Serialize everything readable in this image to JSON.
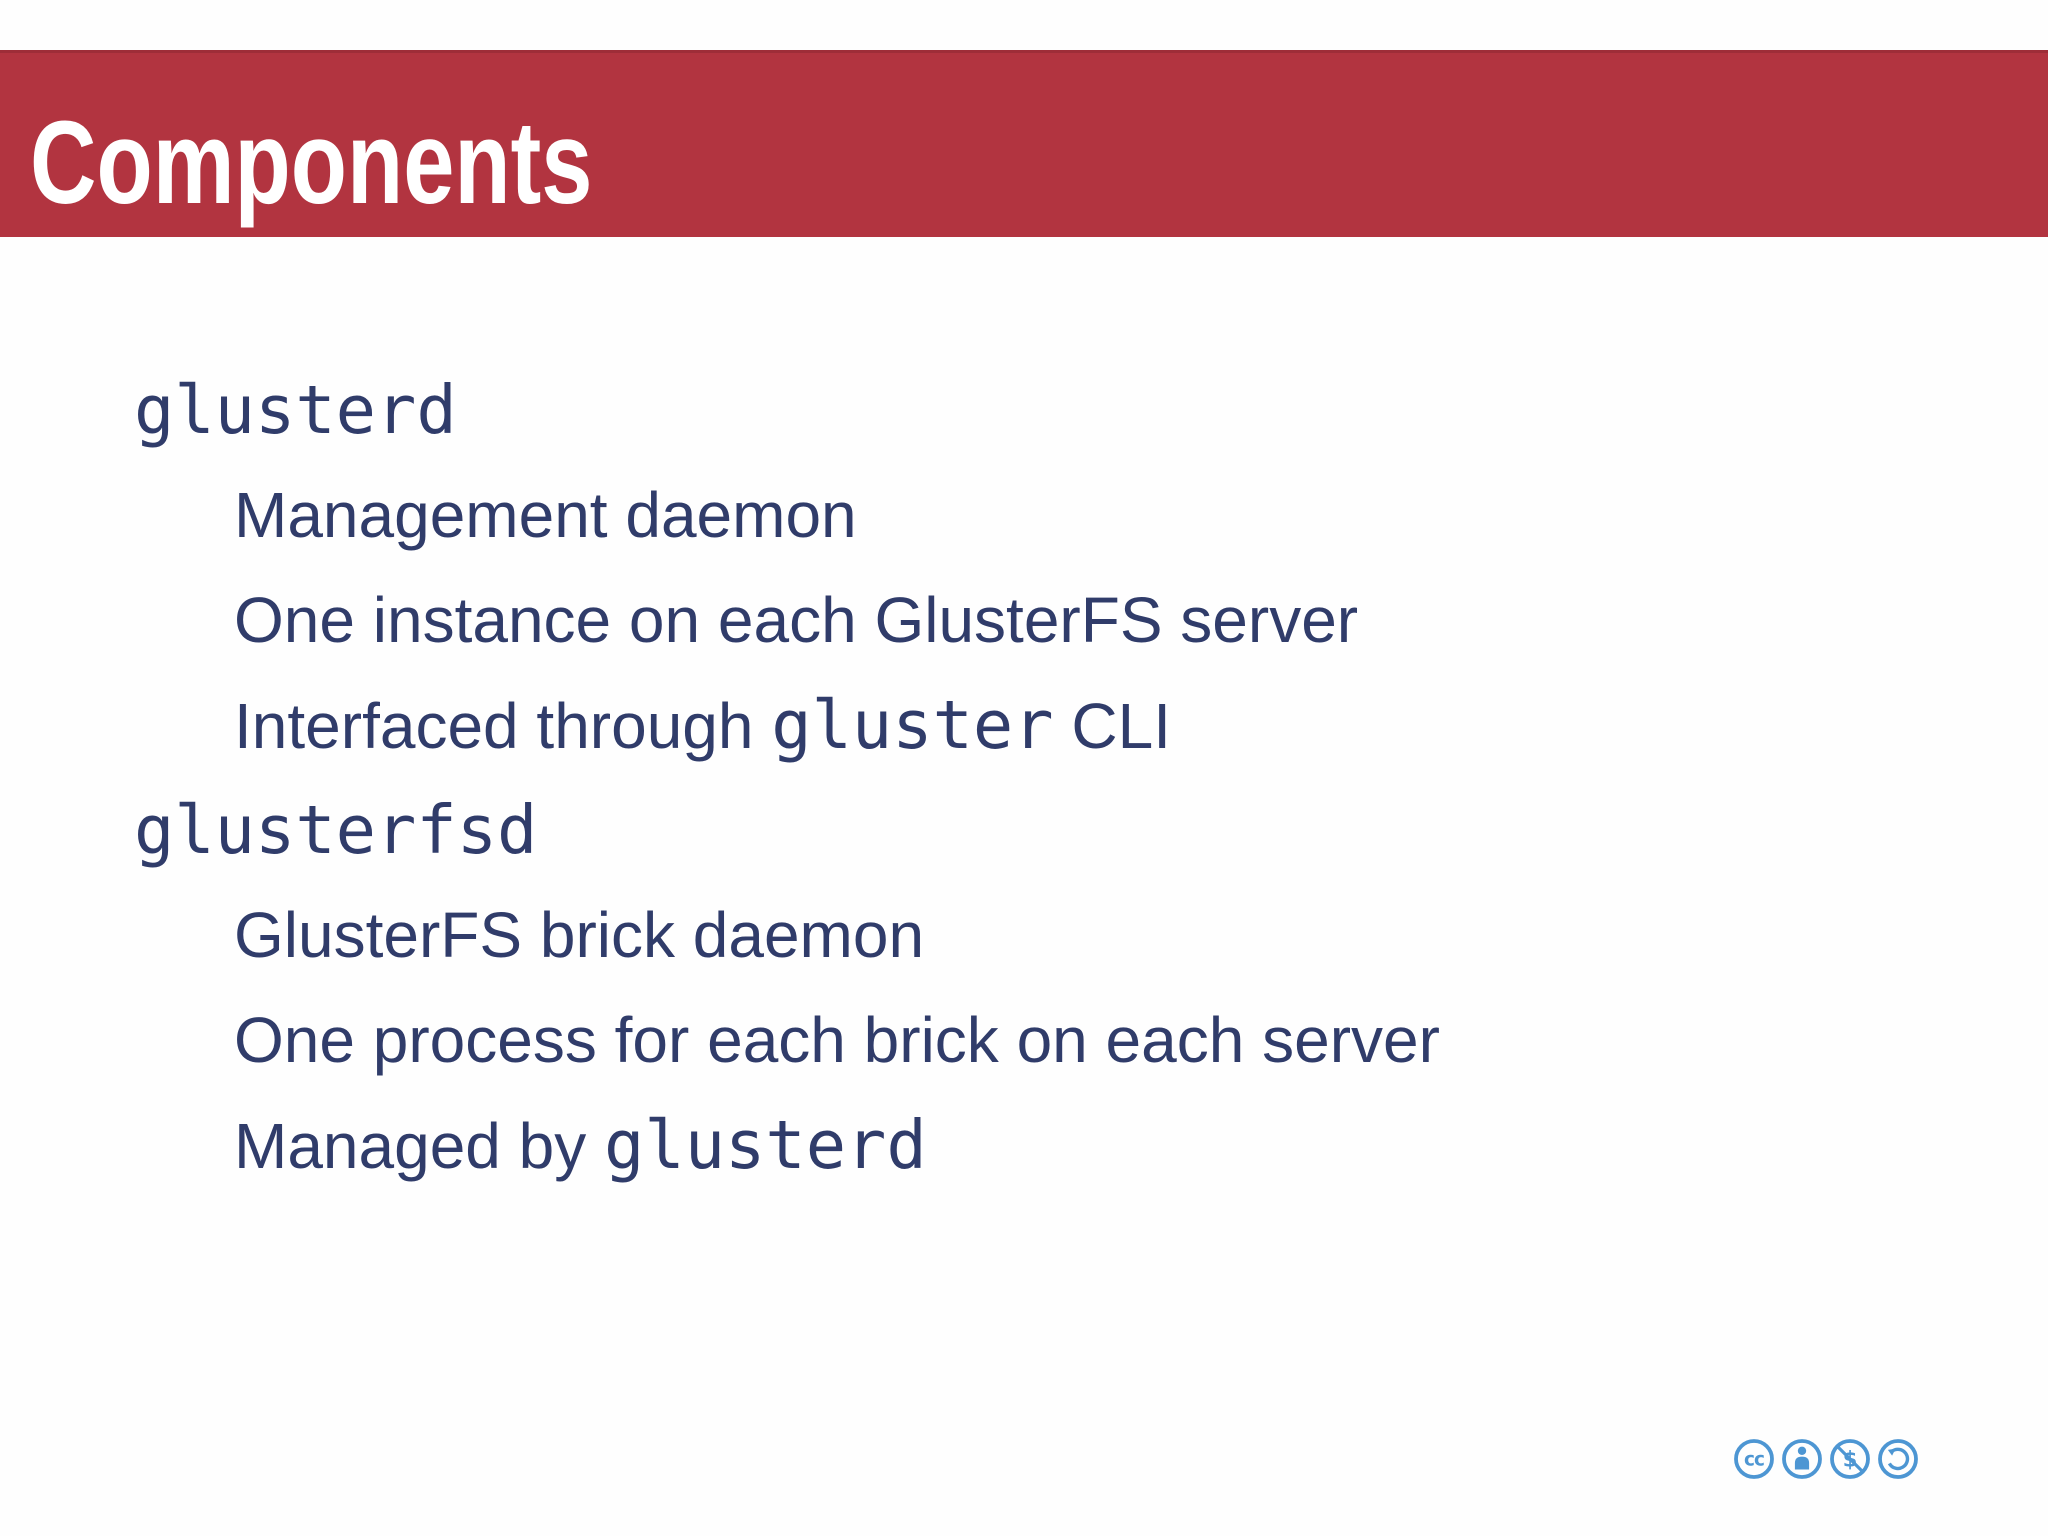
{
  "slide": {
    "title": "Components",
    "list": [
      {
        "level": 1,
        "segments": [
          {
            "text": "glusterd",
            "mono": true
          }
        ]
      },
      {
        "level": 2,
        "segments": [
          {
            "text": "Management daemon",
            "mono": false
          }
        ]
      },
      {
        "level": 2,
        "segments": [
          {
            "text": "One instance on each GlusterFS server",
            "mono": false
          }
        ]
      },
      {
        "level": 2,
        "segments": [
          {
            "text": "Interfaced through ",
            "mono": false
          },
          {
            "text": "gluster",
            "mono": true
          },
          {
            "text": " CLI",
            "mono": false
          }
        ]
      },
      {
        "level": 1,
        "segments": [
          {
            "text": "glusterfsd",
            "mono": true
          }
        ]
      },
      {
        "level": 2,
        "segments": [
          {
            "text": "GlusterFS brick daemon",
            "mono": false
          }
        ]
      },
      {
        "level": 2,
        "segments": [
          {
            "text": "One process for each brick on each server",
            "mono": false
          }
        ]
      },
      {
        "level": 2,
        "segments": [
          {
            "text": "Managed by ",
            "mono": false
          },
          {
            "text": "glusterd",
            "mono": true
          }
        ]
      }
    ],
    "license": {
      "icons": [
        {
          "name": "cc-icon",
          "label": "cc"
        },
        {
          "name": "cc-by-icon",
          "label": "attribution-person"
        },
        {
          "name": "cc-nc-icon",
          "label": "non-commercial-dollar-slash"
        },
        {
          "name": "cc-sa-icon",
          "label": "share-alike-arrow"
        }
      ]
    },
    "colors": {
      "banner": "#b23440",
      "banner_edge": "#9e2d38",
      "title_text": "#ffffff",
      "body_text": "#303c6a",
      "license_icon": "#4d96d3",
      "background": "#fefefe"
    }
  }
}
